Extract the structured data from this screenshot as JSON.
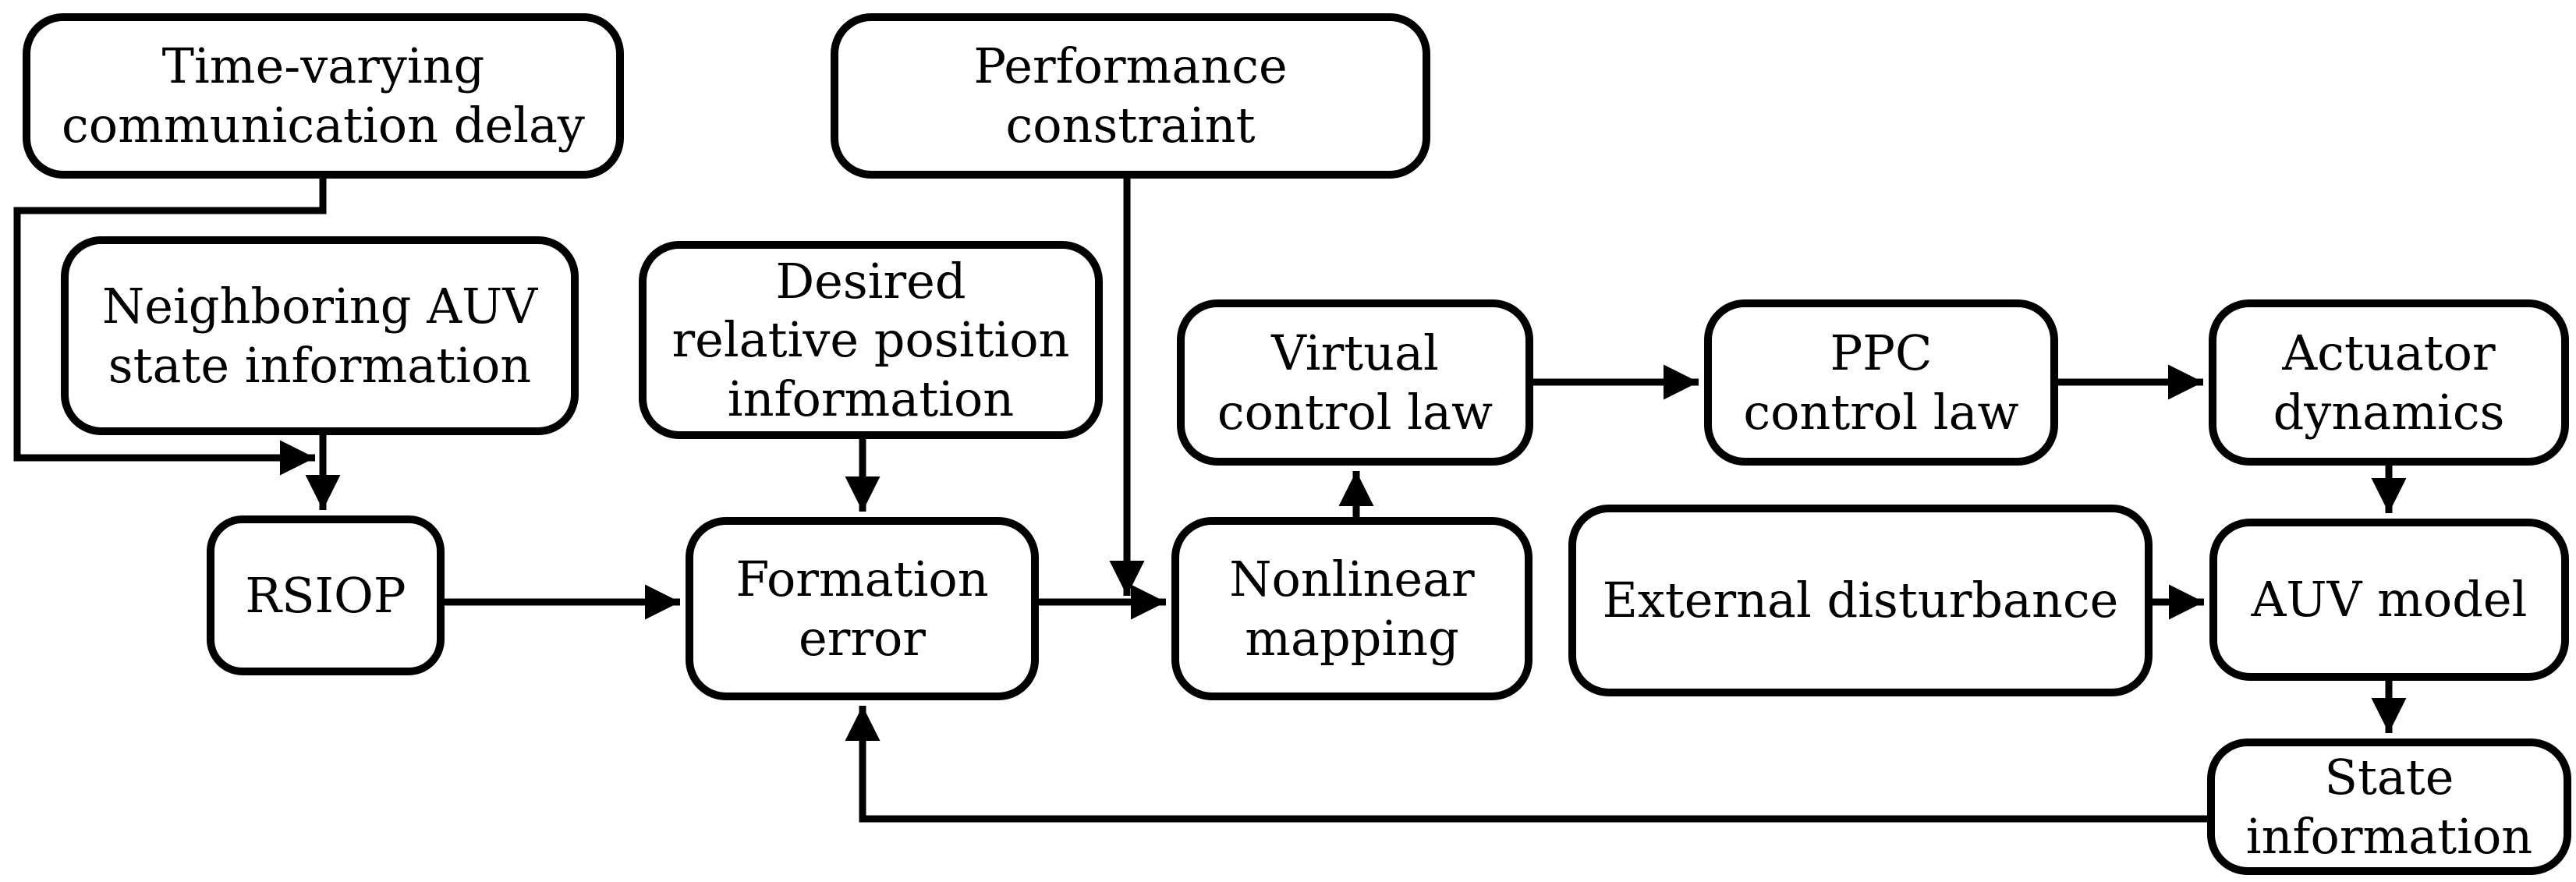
{
  "colors": {
    "stroke": "#000000",
    "background": "#ffffff",
    "text": "#000000"
  },
  "nodes": [
    {
      "id": "time-varying-communication-delay",
      "label": "Time-varying\ncommunication delay"
    },
    {
      "id": "performance-constraint",
      "label": "Performance constraint"
    },
    {
      "id": "neighboring-auv-state-information",
      "label": "Neighboring AUV\nstate information"
    },
    {
      "id": "desired-relative-position-information",
      "label": "Desired\nrelative position\ninformation"
    },
    {
      "id": "virtual-control-law",
      "label": "Virtual\ncontrol law"
    },
    {
      "id": "ppc-control-law",
      "label": "PPC\ncontrol law"
    },
    {
      "id": "actuator-dynamics",
      "label": "Actuator\ndynamics"
    },
    {
      "id": "rsiop",
      "label": "RSIOP"
    },
    {
      "id": "formation-error",
      "label": "Formation\nerror"
    },
    {
      "id": "nonlinear-mapping",
      "label": "Nonlinear\nmapping"
    },
    {
      "id": "external-disturbance",
      "label": "External disturbance"
    },
    {
      "id": "auv-model",
      "label": "AUV model"
    },
    {
      "id": "state-information",
      "label": "State\ninformation"
    }
  ],
  "edges": [
    {
      "from": "time-varying-communication-delay",
      "to": "rsiop"
    },
    {
      "from": "neighboring-auv-state-information",
      "to": "rsiop"
    },
    {
      "from": "rsiop",
      "to": "formation-error"
    },
    {
      "from": "desired-relative-position-information",
      "to": "formation-error"
    },
    {
      "from": "performance-constraint",
      "to": "nonlinear-mapping"
    },
    {
      "from": "formation-error",
      "to": "nonlinear-mapping"
    },
    {
      "from": "nonlinear-mapping",
      "to": "virtual-control-law"
    },
    {
      "from": "virtual-control-law",
      "to": "ppc-control-law"
    },
    {
      "from": "ppc-control-law",
      "to": "actuator-dynamics"
    },
    {
      "from": "actuator-dynamics",
      "to": "auv-model"
    },
    {
      "from": "external-disturbance",
      "to": "auv-model"
    },
    {
      "from": "auv-model",
      "to": "state-information"
    },
    {
      "from": "state-information",
      "to": "formation-error"
    }
  ]
}
